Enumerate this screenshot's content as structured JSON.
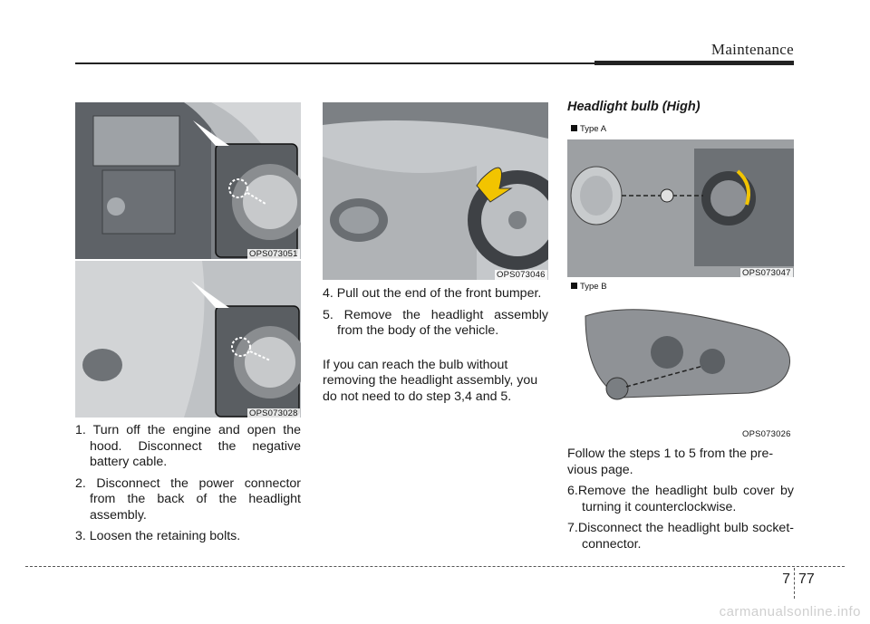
{
  "header": {
    "title": "Maintenance"
  },
  "figures": {
    "fig1": {
      "caption": "OPS073051"
    },
    "fig2": {
      "caption": "OPS073028"
    },
    "fig3": {
      "caption": "OPS073046"
    },
    "fig4": {
      "caption": "OPS073047",
      "type_label": "Type A"
    },
    "fig5": {
      "caption": "OPS073026",
      "type_label": "Type B"
    }
  },
  "column1": {
    "steps": [
      "1. Turn off the engine and open the hood. Disconnect the negative battery cable.",
      "2. Disconnect the power connector from the back of the headlight assembly.",
      "3. Loosen the retaining bolts."
    ]
  },
  "column2": {
    "steps": [
      "4. Pull out the end of the front bumper.",
      "5. Remove the headlight assembly from the body of the vehicle."
    ],
    "note": "If you can reach the bulb without removing the headlight assembly, you do not need to do step 3,4 and 5."
  },
  "column3": {
    "heading": "Headlight bulb (High)",
    "intro": "Follow the steps 1 to 5 from the pre- vious page.",
    "steps": [
      "6.Remove the headlight bulb cover by turning it counterclockwise.",
      "7.Disconnect the headlight bulb socket-connector."
    ]
  },
  "footer": {
    "chapter": "7",
    "page": "77",
    "site": "carmanualsonline.info"
  }
}
